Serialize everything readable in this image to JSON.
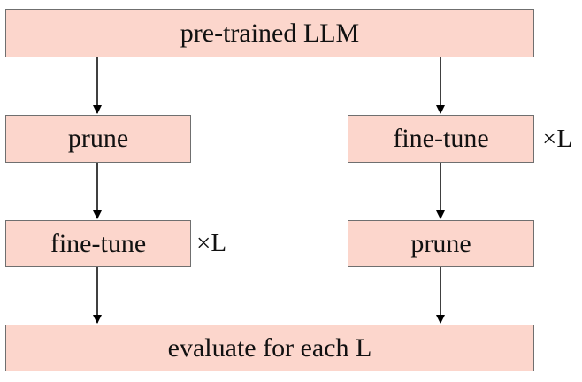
{
  "colors": {
    "box_fill": "#fcd6cc",
    "box_border": "#6f6f6f",
    "arrow": "#000000",
    "text": "#111111"
  },
  "top_box": {
    "label": "pre-trained LLM"
  },
  "left_branch": {
    "prune_label": "prune",
    "finetune_label": "fine-tune",
    "repeat_label": "×L"
  },
  "right_branch": {
    "finetune_label": "fine-tune",
    "prune_label": "prune",
    "repeat_label": "×L"
  },
  "bottom_box": {
    "label": "evaluate for each L"
  }
}
